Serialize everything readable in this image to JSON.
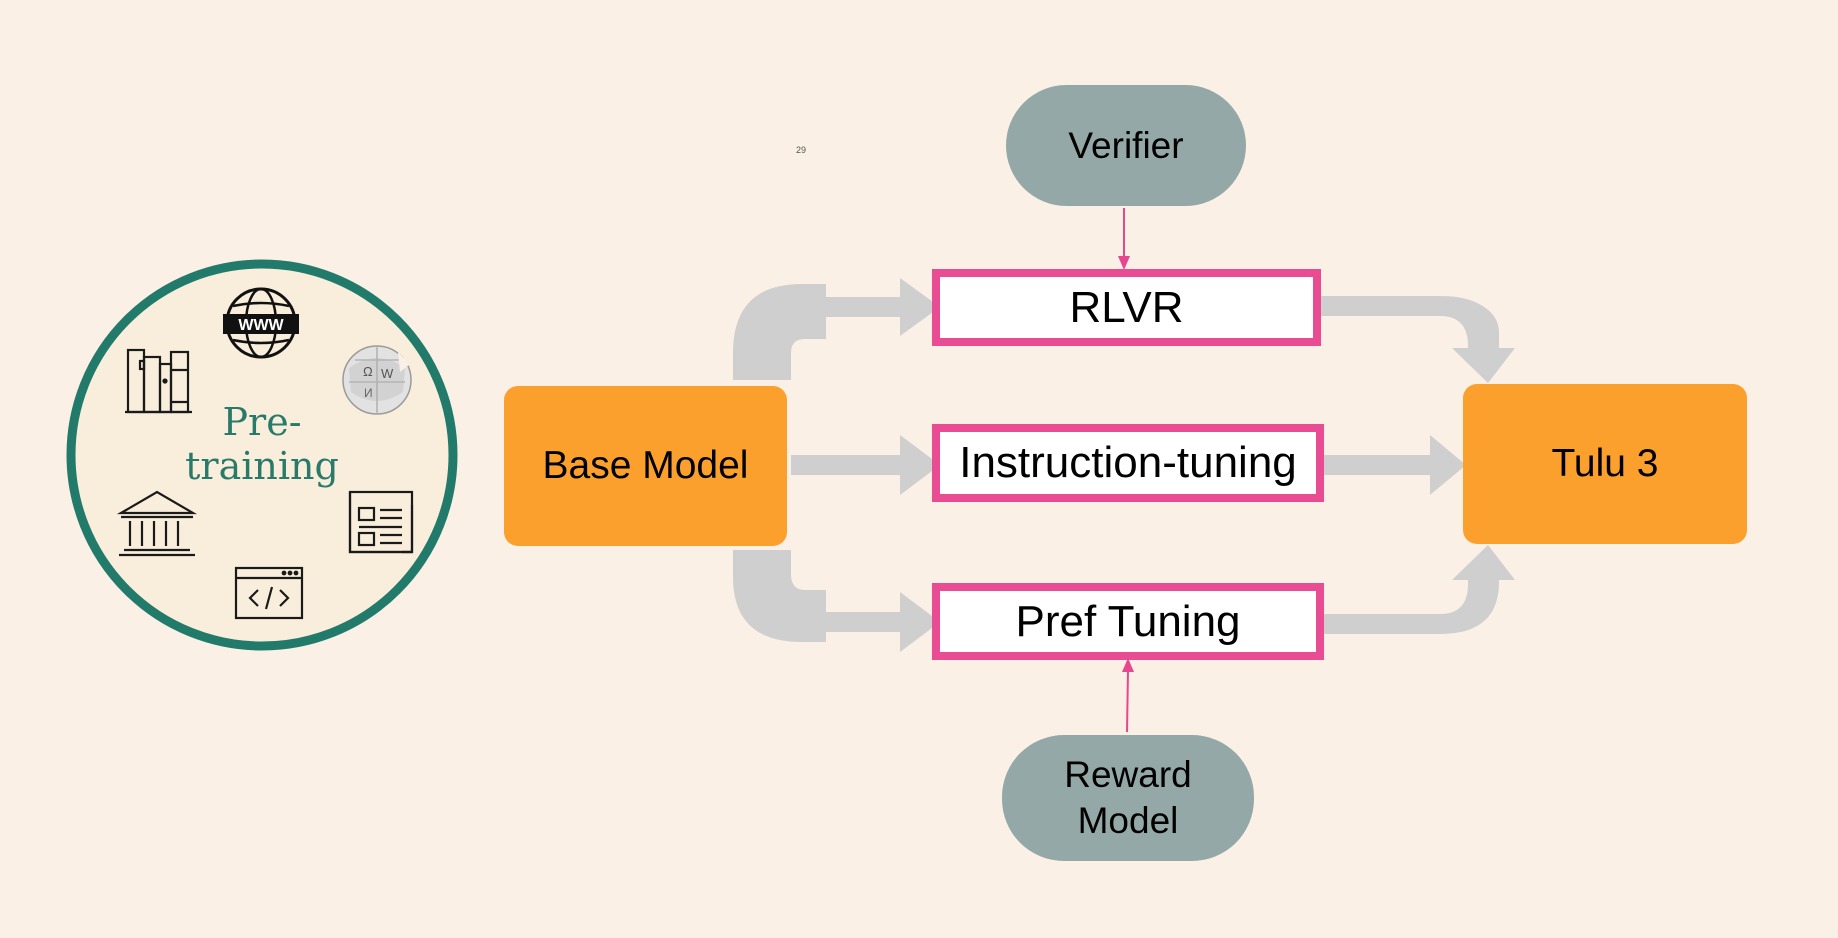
{
  "page_number": "29",
  "pretraining": {
    "label": "Pre-training",
    "source_icons": [
      "books-icon",
      "www-globe-icon",
      "wikipedia-globe-icon",
      "museum-icon",
      "newspaper-icon",
      "code-window-icon"
    ],
    "colors": {
      "ring": "#227a6b",
      "fill": "#f9eedb",
      "label": "#2a7a6c"
    }
  },
  "base_model": {
    "label": "Base Model"
  },
  "stages": {
    "rlvr": {
      "label": "RLVR"
    },
    "instruction": {
      "label": "Instruction-tuning"
    },
    "pref": {
      "label": "Pref Tuning"
    }
  },
  "final_model": {
    "label": "Tulu 3"
  },
  "verifier": {
    "label": "Verifier"
  },
  "reward_model": {
    "label": "Reward Model"
  },
  "colors": {
    "background": "#faf0e6",
    "model_fill": "#fba02c",
    "stage_border": "#ea4c93",
    "pill_fill": "#93a8a7",
    "flow_arrow": "#cfcfcf",
    "feedback_arrow": "#e8468f"
  }
}
